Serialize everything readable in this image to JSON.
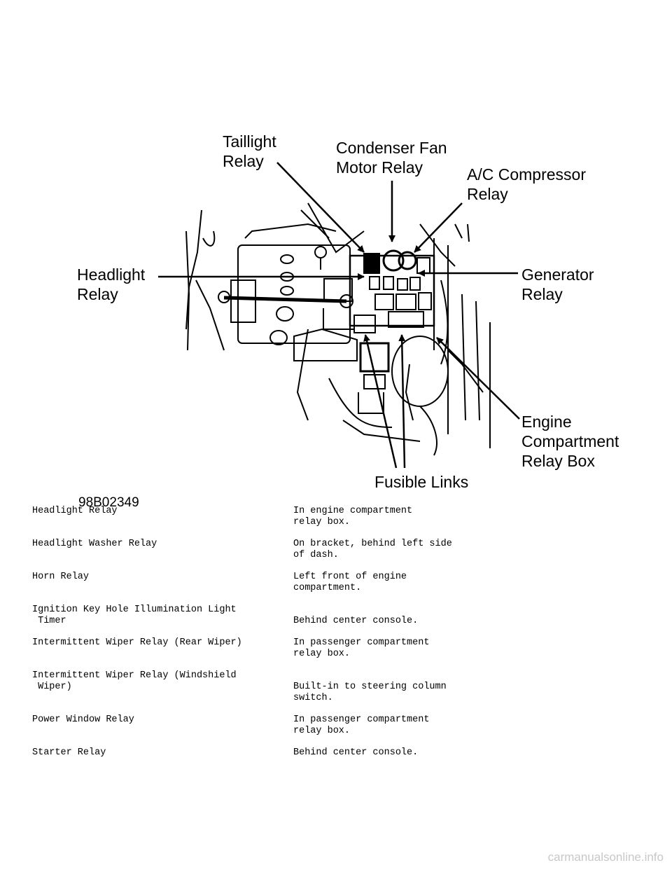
{
  "figure": {
    "id": "98B02349",
    "callouts": {
      "taillight": [
        "Taillight",
        "Relay"
      ],
      "condenser": [
        "Condenser Fan",
        "Motor Relay"
      ],
      "ac": [
        "A/C Compressor",
        "Relay"
      ],
      "headlight": [
        "Headlight",
        "Relay"
      ],
      "generator": [
        "Generator",
        "Relay"
      ],
      "engine_box": [
        "Engine",
        "Compartment",
        "Relay Box"
      ],
      "fusible": [
        "Fusible Links"
      ]
    }
  },
  "table": {
    "rows": [
      {
        "name": "Headlight Relay",
        "location": "In engine compartment\nrelay box."
      },
      {
        "name": "Headlight Washer Relay",
        "location": "On bracket, behind left side\nof dash."
      },
      {
        "name": "Horn Relay",
        "location": "Left front of engine\ncompartment."
      },
      {
        "name": "Ignition Key Hole Illumination Light\n Timer",
        "location": "\nBehind center console."
      },
      {
        "name": "Intermittent Wiper Relay (Rear Wiper)",
        "location": "In passenger compartment\nrelay box."
      },
      {
        "name": "Intermittent Wiper Relay (Windshield\n Wiper)",
        "location": "\nBuilt-in to steering column\nswitch."
      },
      {
        "name": "Power Window Relay",
        "location": "In passenger compartment\nrelay box."
      },
      {
        "name": "Starter Relay",
        "location": "Behind center console."
      }
    ]
  },
  "watermark": "carmanualsonline.info"
}
